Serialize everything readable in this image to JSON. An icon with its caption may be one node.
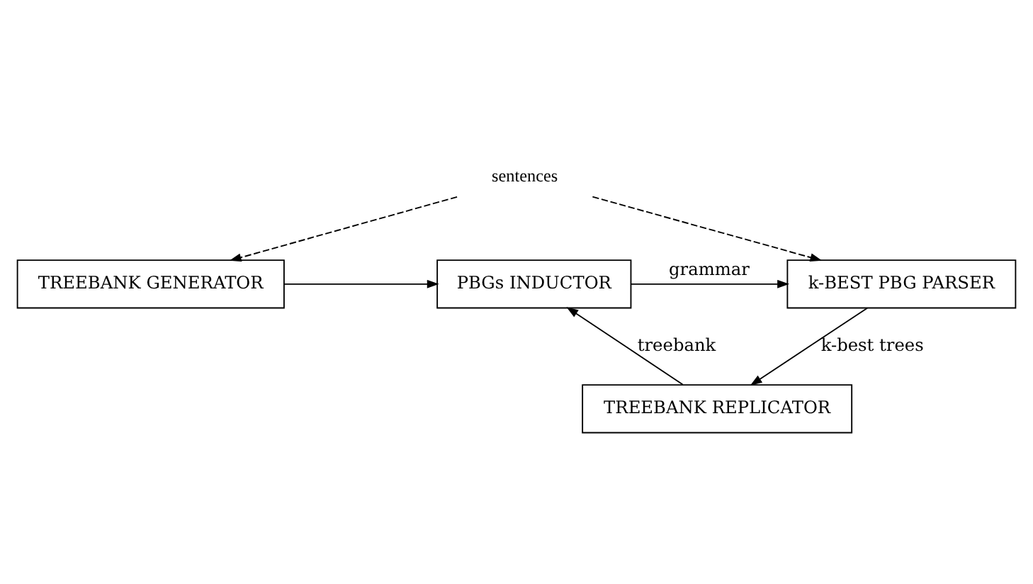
{
  "diagram": {
    "nodes": [
      {
        "text": [
          "sentences"
        ]
      },
      {
        "text": [
          "TREEBANK GENERATOR"
        ]
      },
      {
        "text": [
          "PBGs INDUCTOR"
        ]
      },
      {
        "text": [
          "k-BEST PBG PARSER"
        ]
      },
      {
        "text": [
          "TREEBANK REPLICATOR"
        ]
      }
    ],
    "edges": [
      {
        "from": 0,
        "to": 1,
        "arrow": "to",
        "style": "dashed"
      },
      {
        "from": 0,
        "to": 3,
        "arrow": "to",
        "style": "dashed"
      },
      {
        "from": 1,
        "to": 2,
        "arrow": "to"
      },
      {
        "from": 2,
        "to": 3,
        "arrow": "to",
        "label": "grammar"
      },
      {
        "from": 3,
        "to": 4,
        "arrow": "to",
        "label": "k-best trees"
      },
      {
        "from": 4,
        "to": 2,
        "arrow": "to",
        "label": "treebank"
      }
    ]
  }
}
